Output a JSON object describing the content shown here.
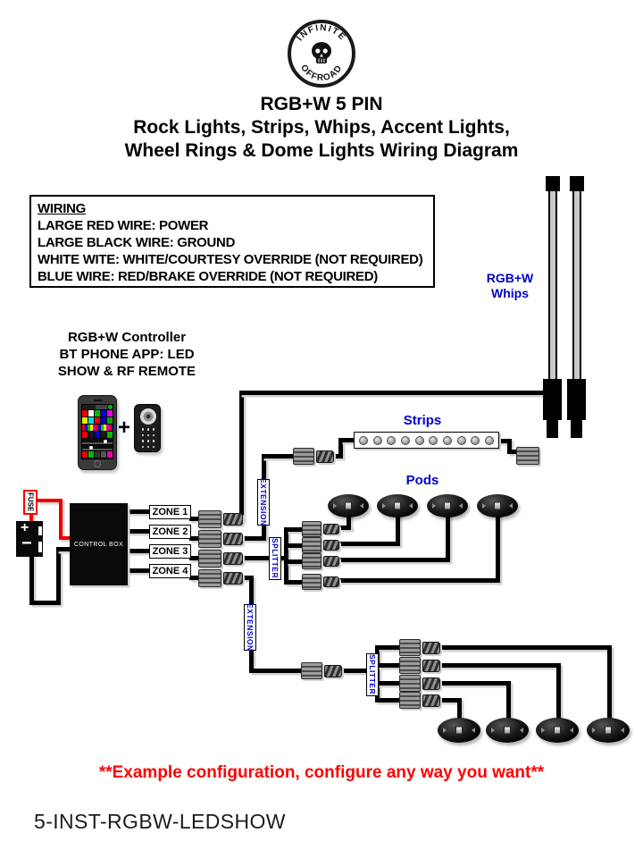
{
  "logo": {
    "arc_top": "INFINITE",
    "arc_bottom": "OFFROAD"
  },
  "title": {
    "lines": [
      "RGB+W 5 PIN",
      "Rock Lights, Strips, Whips, Accent Lights,",
      "Wheel Rings & Dome Lights Wiring Diagram"
    ]
  },
  "wiring_notes": {
    "heading": "WIRING",
    "lines": [
      "LARGE RED WIRE: POWER",
      "LARGE BLACK WIRE: GROUND",
      "WHITE WITE: WHITE/COURTESY OVERRIDE (NOT REQUIRED)",
      "BLUE WIRE: RED/BRAKE OVERRIDE (NOT REQUIRED)"
    ]
  },
  "controller": {
    "lines": [
      "RGB+W Controller",
      "BT PHONE APP: LED",
      "SHOW & RF REMOTE"
    ],
    "plus_sign": "+"
  },
  "components": {
    "whips_label": [
      "RGB+W",
      "Whips"
    ],
    "strips_label": "Strips",
    "pods_label": "Pods",
    "extension_label": "EXTENSION",
    "splitter_label": "SPLITTER",
    "fuse_label": "FUSE",
    "control_box_label": "CONTROL BOX",
    "battery": {
      "positive": "+",
      "negative": "−"
    }
  },
  "zones": [
    "ZONE 1",
    "ZONE 2",
    "ZONE 3",
    "ZONE 4"
  ],
  "footer": {
    "note": "**Example configuration, configure any way you want**",
    "part_number": "5-INST-RGBW-LEDSHOW"
  },
  "colors": {
    "label_blue": "#0000CD",
    "note_red": "#FF0000",
    "fuse_border_red": "#FF0000",
    "wire_black": "#000000"
  }
}
